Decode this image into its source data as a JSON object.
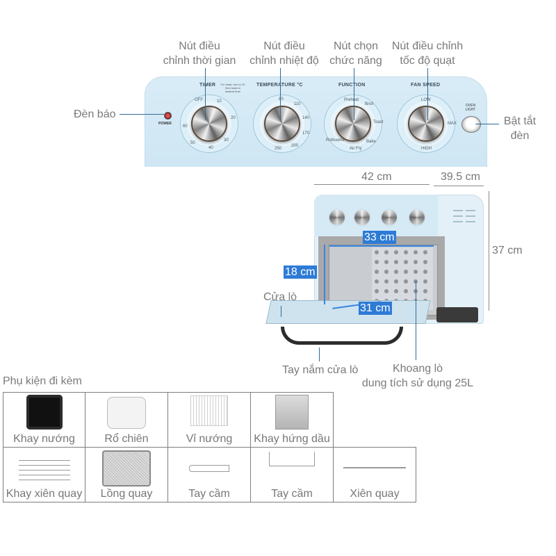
{
  "callouts": {
    "timer_knob": "Nút điều\nchỉnh thời gian",
    "timer_knob_l1": "Nút điều",
    "timer_knob_l2": "chỉnh thời gian",
    "temp_knob_l1": "Nút điều",
    "temp_knob_l2": "chỉnh nhiệt độ",
    "function_knob_l1": "Nút chọn",
    "function_knob_l2": "chức năng",
    "fan_knob_l1": "Nút điều chỉnh",
    "fan_knob_l2": "tốc độ quạt",
    "indicator_light": "Đèn báo",
    "light_switch_l1": "Bật tắt",
    "light_switch_l2": "đèn",
    "door": "Cửa lò",
    "door_handle": "Tay nắm cửa lò",
    "cavity_l1": "Khoang lò",
    "cavity_l2": "dung tích sử dụng 25L"
  },
  "panel": {
    "timer_label": "TIMER",
    "timer_note": "For toast, turn to 20 then back to desired time",
    "temperature_label": "TEMPERATURE °C",
    "function_label": "FUNCTION",
    "fan_speed_label": "FAN SPEED",
    "power_label": "POWER",
    "oven_light_label": "OVEN LIGHT",
    "timer_ticks": [
      "OFF",
      "10",
      "20",
      "30",
      "40",
      "50",
      "60"
    ],
    "temperature_ticks": [
      "80",
      "110",
      "140",
      "170",
      "200",
      "250"
    ],
    "function_options": [
      "Preheat",
      "Broil",
      "Toast",
      "Bake",
      "Air Fry",
      "Rotisserie"
    ],
    "fan_speed_options": [
      "LOW",
      "MAX",
      "HIGH"
    ]
  },
  "dimensions": {
    "width": "42 cm",
    "depth": "39.5 cm",
    "height": "37 cm",
    "inner_width": "33 cm",
    "inner_height": "18 cm",
    "inner_depth": "31 cm"
  },
  "accessories": {
    "title": "Phụ kiện đi kèm",
    "row1": [
      {
        "label": "Khay nướng",
        "icon": "baking-tray-icon"
      },
      {
        "label": "Rổ chiên",
        "icon": "fry-basket-icon"
      },
      {
        "label": "Vỉ nướng",
        "icon": "wire-rack-icon"
      },
      {
        "label": "Khay hứng dầu",
        "icon": "drip-tray-icon"
      }
    ],
    "row2": [
      {
        "label": "Khay xiên quay",
        "icon": "rotisserie-skewer-rack-icon"
      },
      {
        "label": "Lồng quay",
        "icon": "rotisserie-cage-icon"
      },
      {
        "label": "Tay cầm",
        "icon": "rotisserie-handle-icon"
      },
      {
        "label": "Tay cầm",
        "icon": "tray-handle-icon"
      },
      {
        "label": "Xiên quay",
        "icon": "rotisserie-spit-icon"
      }
    ]
  },
  "colors": {
    "panel_blue": "#d5eaf6",
    "callout_line": "#2f6a93",
    "dimension_label_bg": "#2e7bd6",
    "text_gray": "#777777",
    "table_border": "#7d7d7d"
  }
}
